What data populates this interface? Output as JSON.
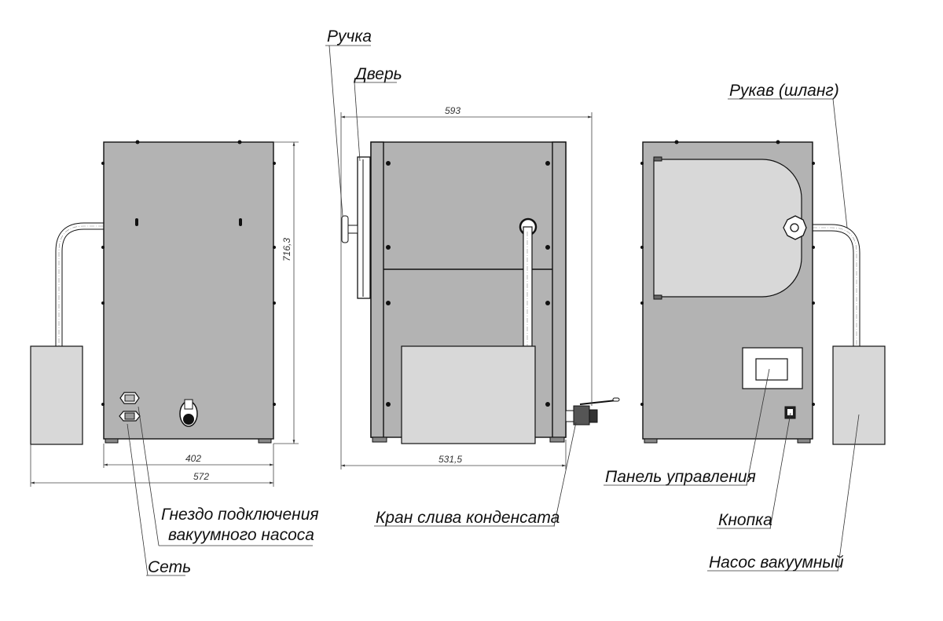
{
  "dimensions": {
    "height": "716,3",
    "width_body": "402",
    "width_total": "572",
    "depth_total": "593",
    "depth_body": "531,5"
  },
  "labels": {
    "handle": "Ручка",
    "door": "Дверь",
    "hose": "Рукав (шланг)",
    "vacuum_socket_line1": "Гнездо подключения",
    "vacuum_socket_line2": "вакуумного насоса",
    "mains": "Сеть",
    "drain_valve": "Кран слива конденсата",
    "control_panel": "Панель управления",
    "button": "Кнопка",
    "vacuum_pump": "Насос вакуумный"
  }
}
